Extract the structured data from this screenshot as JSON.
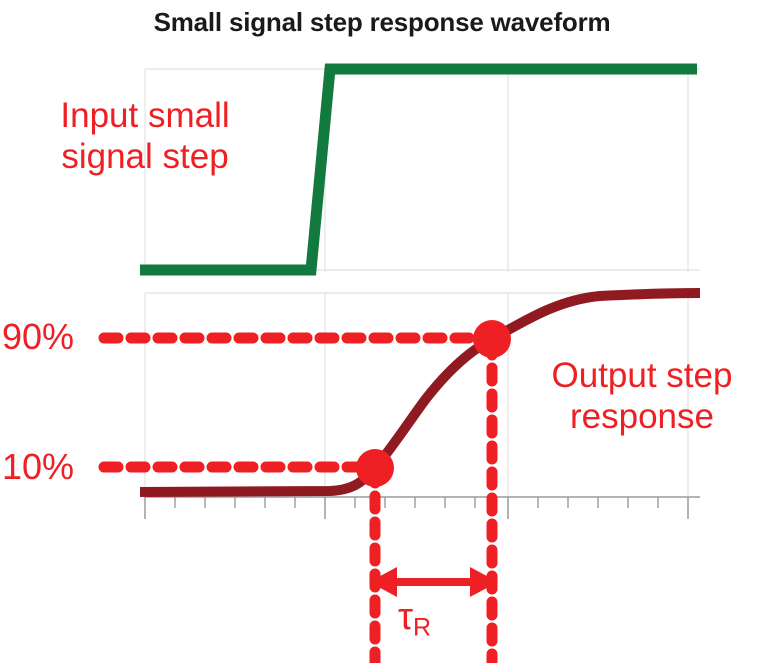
{
  "title": "Small signal step response waveform",
  "annotations": {
    "input_label_line1": "Input small",
    "input_label_line2": "signal step",
    "output_label_line1": "Output step",
    "output_label_line2": "response",
    "level_90": "90%",
    "level_10": "10%",
    "rise_time_symbol": "τ",
    "rise_time_subscript": "R"
  },
  "colors": {
    "title": "#1a1a1a",
    "input_trace": "#12793f",
    "output_trace": "#8f1a22",
    "annotation_red": "#ee2024",
    "grid": "#e3e3e3",
    "axis": "#9a9a9a",
    "background": "#ffffff"
  },
  "chart_data": {
    "type": "line",
    "title": "Small signal step response waveform",
    "xlabel": "",
    "ylabel": "",
    "grid": true,
    "legend": "none",
    "panels": [
      {
        "name": "input-step-panel",
        "series_name": "Input small signal step",
        "color": "#12793f",
        "description": "Ideal step input: flat low level, fast vertical transition, flat high level",
        "xlim": [
          0,
          1
        ],
        "ylim": [
          0,
          1
        ],
        "x": [
          0.0,
          0.3,
          0.335,
          1.0
        ],
        "y": [
          0.05,
          0.05,
          0.98,
          0.98
        ]
      },
      {
        "name": "output-response-panel",
        "series_name": "Output step response",
        "color": "#8f1a22",
        "description": "First-order/RC style exponential step response rising from 0% to 100%",
        "xlim": [
          0,
          1
        ],
        "ylim": [
          0,
          1
        ],
        "x": [
          0.0,
          0.1,
          0.2,
          0.3,
          0.34,
          0.38,
          0.42,
          0.46,
          0.5,
          0.54,
          0.58,
          0.62,
          0.66,
          0.7,
          0.76,
          0.84,
          0.92,
          1.0
        ],
        "y": [
          0.03,
          0.03,
          0.03,
          0.04,
          0.07,
          0.14,
          0.25,
          0.38,
          0.52,
          0.65,
          0.75,
          0.83,
          0.88,
          0.92,
          0.95,
          0.97,
          0.975,
          0.98
        ]
      }
    ],
    "markers": [
      {
        "name": "ten-percent-point",
        "label": "10%",
        "x": 0.425,
        "y": 0.1,
        "color": "#ee2024"
      },
      {
        "name": "ninety-percent-point",
        "label": "90%",
        "x": 0.64,
        "y": 0.9,
        "color": "#ee2024"
      }
    ],
    "reference_lines": [
      {
        "name": "ninety-percent-line",
        "orientation": "horizontal",
        "value": 0.9,
        "style": "dotted",
        "color": "#ee2024"
      },
      {
        "name": "ten-percent-line",
        "orientation": "horizontal",
        "value": 0.1,
        "style": "dotted",
        "color": "#ee2024"
      },
      {
        "name": "ten-percent-time-line",
        "orientation": "vertical",
        "value": 0.425,
        "style": "dotted",
        "color": "#ee2024"
      },
      {
        "name": "ninety-percent-time-line",
        "orientation": "vertical",
        "value": 0.64,
        "style": "dotted",
        "color": "#ee2024"
      }
    ],
    "measurement": {
      "name": "rise-time",
      "symbol": "τR",
      "from_marker": "ten-percent-point",
      "to_marker": "ninety-percent-point",
      "arrow": "double-headed"
    }
  }
}
